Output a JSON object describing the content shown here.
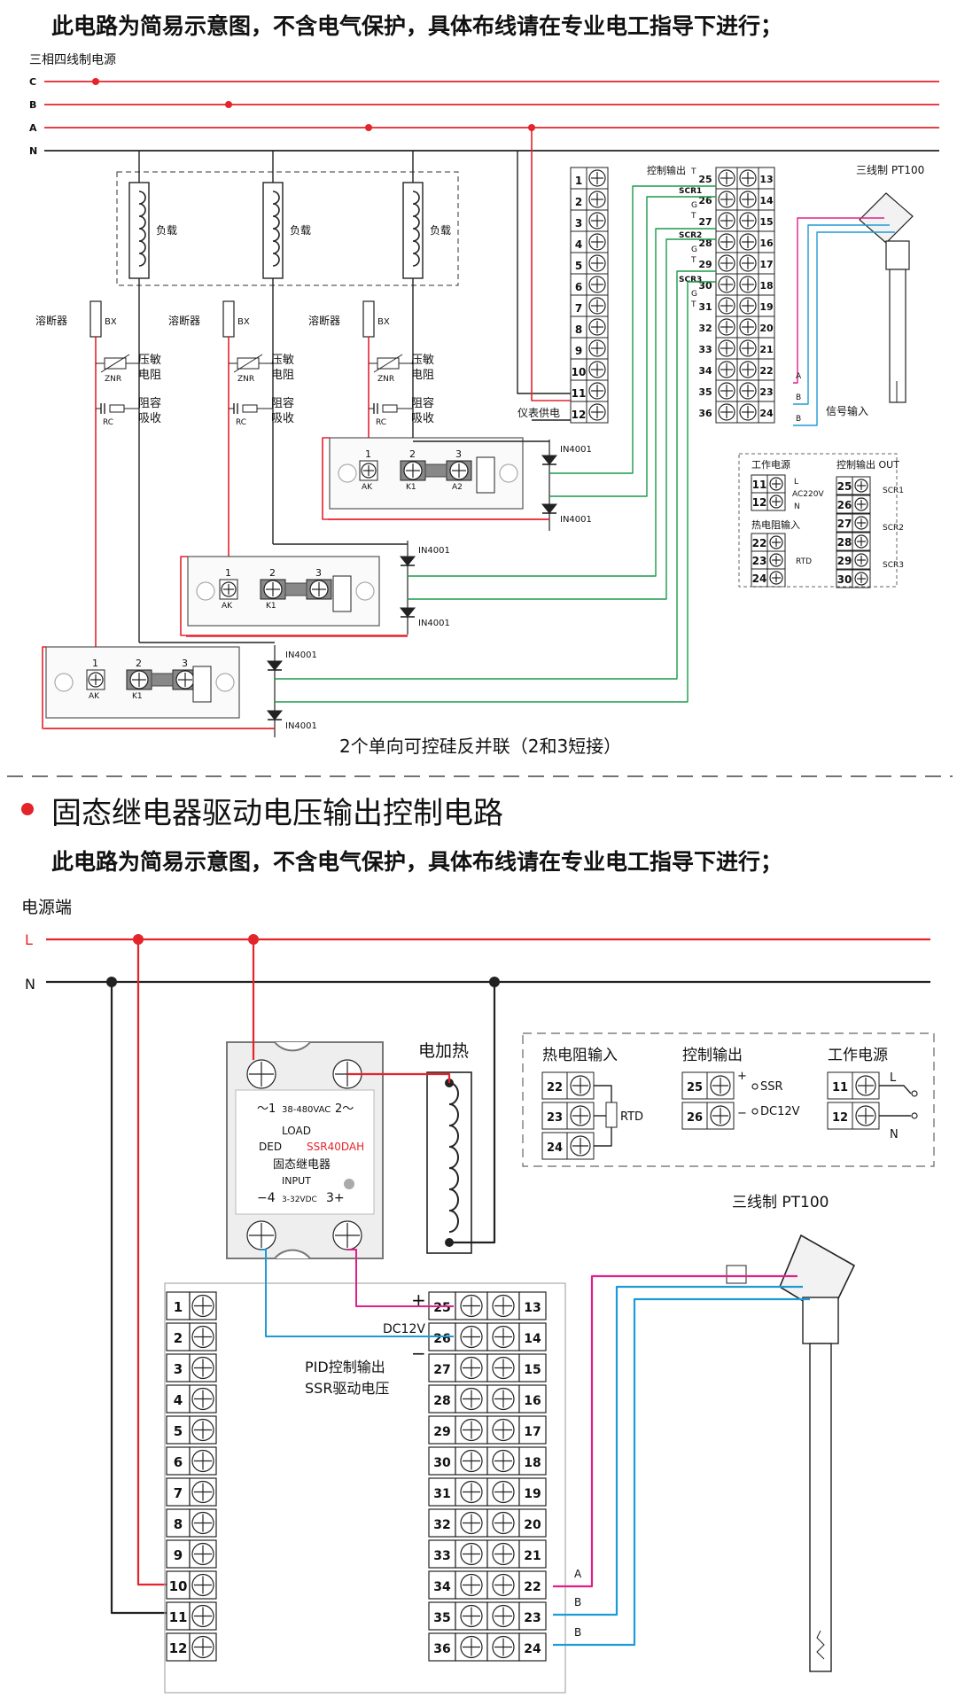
{
  "top": {
    "disclaimer": "此电路为简易示意图，不含电气保护，具体布线请在专业电工指导下进行；",
    "power_label": "三相四线制电源",
    "phases": [
      "C",
      "B",
      "A",
      "N"
    ],
    "load_label": "负载",
    "fuse_label": "溶断器",
    "fuse_code": "BX",
    "varistor_label": [
      "压敏",
      "电阻"
    ],
    "varistor_code": "ZNR",
    "rc_label": [
      "阻容",
      "吸收"
    ],
    "rc_code": "RC",
    "diode": "IN4001",
    "scr_terms": [
      "AK",
      "K1",
      "A2"
    ],
    "scr_terms2": [
      "AK",
      "K1"
    ],
    "scr_nums": [
      "1",
      "2",
      "3"
    ],
    "inst_power_label": "仪表供电",
    "ctrl_out_label": "控制输出",
    "scr_names": [
      "SCR1",
      "SCR2",
      "SCR3"
    ],
    "gt": [
      "T",
      "G"
    ],
    "pt100": "三线制 PT100",
    "signal_in": "信号输入",
    "ab": [
      "A",
      "B",
      "B"
    ],
    "caption": "2个单向可控硅反并联（2和3短接）",
    "legend": {
      "work_power": "工作电源",
      "ac220": "AC220V",
      "l": "L",
      "n": "N",
      "rtd_in": "热电阻输入",
      "rtd": "RTD",
      "ctrl_out": "控制输出 OUT"
    }
  },
  "bottom": {
    "section_title": "固态继电器驱动电压输出控制电路",
    "disclaimer": "此电路为简易示意图，不含电气保护，具体布线请在专业电工指导下进行；",
    "power_end": "电源端",
    "l": "L",
    "n": "N",
    "heater": "电加热",
    "ssr": {
      "load_line": "38-480VAC",
      "load": "LOAD",
      "t1": "～1",
      "t2": "2～",
      "brand": "DED",
      "model": "SSR40DAH",
      "name": "固态继电器",
      "input": "INPUT",
      "t4": "−4",
      "t3": "3+",
      "input_range": "3-32VDC"
    },
    "legend": {
      "rtd_in": "热电阻输入",
      "ctrl_out": "控制输出",
      "work_power": "工作电源",
      "rtd": "RTD",
      "ssr": "SSR",
      "dc12": "DC12V",
      "l": "L",
      "n": "N"
    },
    "plus": "+",
    "minus": "−",
    "dc12": "DC12V",
    "pid_line1": "PID控制输出",
    "pid_line2": "SSR驱动电压",
    "pt100": "三线制  PT100",
    "ab": [
      "A",
      "B",
      "B"
    ]
  },
  "colors": {
    "red": "#e4232b",
    "green": "#1a9a4a",
    "blue": "#1e9ad6",
    "magenta": "#e0208a",
    "black": "#222222"
  }
}
